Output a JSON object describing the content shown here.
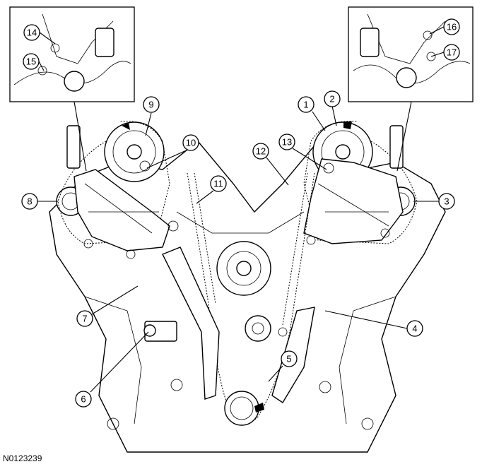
{
  "figure_id": "N0123239",
  "callouts": [
    {
      "label": "1"
    },
    {
      "label": "2"
    },
    {
      "label": "3"
    },
    {
      "label": "4"
    },
    {
      "label": "5"
    },
    {
      "label": "6"
    },
    {
      "label": "7"
    },
    {
      "label": "8"
    },
    {
      "label": "9"
    },
    {
      "label": "10"
    },
    {
      "label": "11"
    },
    {
      "label": "12"
    },
    {
      "label": "13"
    },
    {
      "label": "14"
    },
    {
      "label": "15"
    },
    {
      "label": "16"
    },
    {
      "label": "17"
    }
  ],
  "colors": {
    "line": "#000000",
    "background": "#ffffff"
  }
}
